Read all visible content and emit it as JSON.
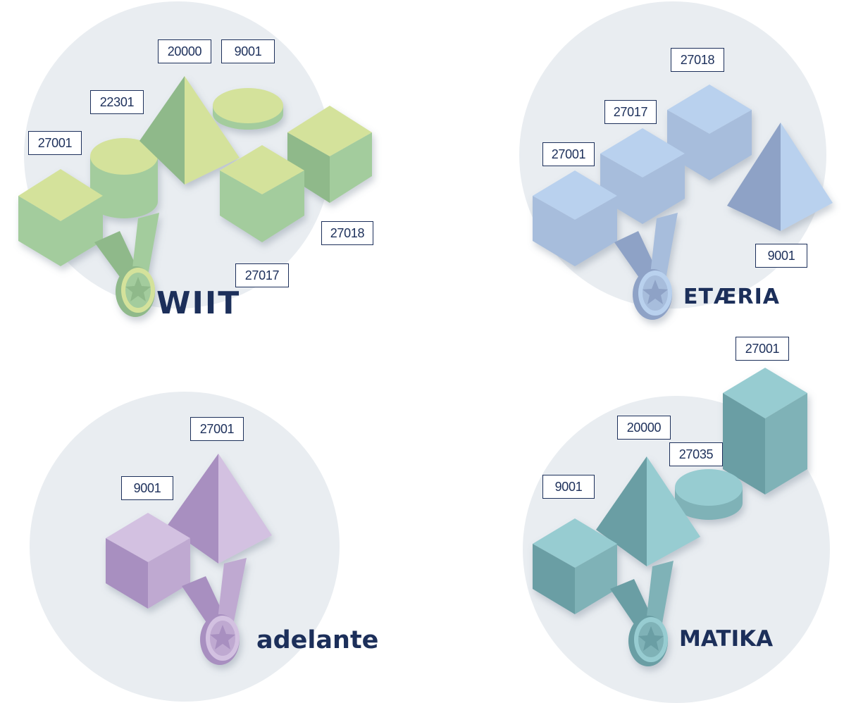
{
  "groups": [
    {
      "brand": "WIIT",
      "colors": {
        "light": "#d4e29b",
        "mid": "#a3cc9d",
        "dark": "#8fb98a"
      },
      "standards": [
        "27001",
        "22301",
        "20000",
        "9001",
        "27018",
        "27017"
      ]
    },
    {
      "brand": "ETÆRIA",
      "colors": {
        "light": "#b9d1ee",
        "mid": "#a7bddc",
        "dark": "#8ea2c6"
      },
      "standards": [
        "27018",
        "27017",
        "27001",
        "9001"
      ]
    },
    {
      "brand": "adelante",
      "colors": {
        "light": "#d3c1e1",
        "mid": "#bfa9d1",
        "dark": "#a88fc0"
      },
      "standards": [
        "27001",
        "9001"
      ]
    },
    {
      "brand": "MATIKA",
      "colors": {
        "light": "#97ccd1",
        "mid": "#7fb2b7",
        "dark": "#6a9ea4"
      },
      "standards": [
        "27001",
        "20000",
        "27035",
        "9001"
      ]
    }
  ],
  "theme": {
    "circle": "#e9edf1",
    "text": "#1c2f5a"
  }
}
